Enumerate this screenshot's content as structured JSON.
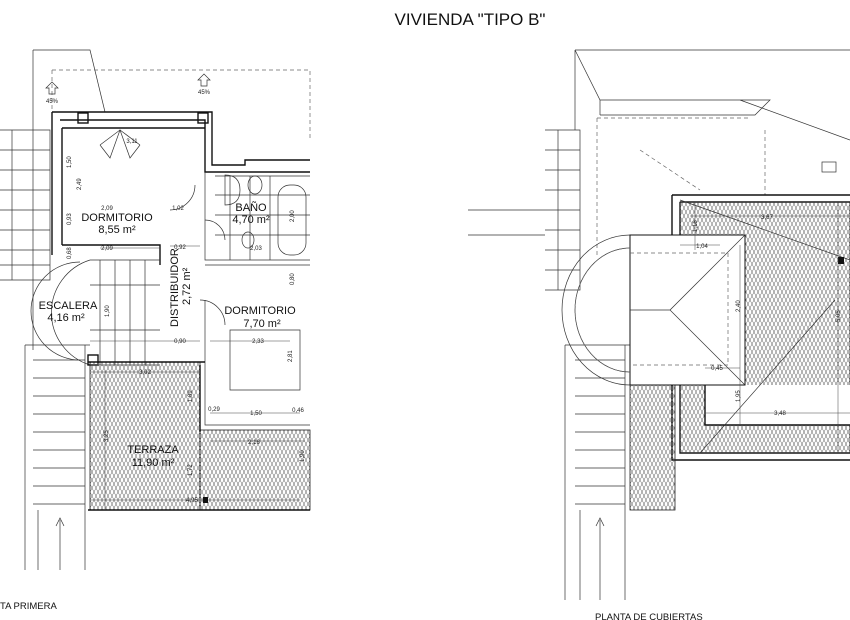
{
  "title": "VIVIENDA \"TIPO B\"",
  "left_plan": {
    "caption": "TA PRIMERA",
    "rooms": [
      {
        "name": "DORMITORIO",
        "area": "8,55 m²"
      },
      {
        "name": "BAÑO",
        "area": "4,70 m²"
      },
      {
        "name": "DISTRIBUIDOR",
        "area": "2,72 m²"
      },
      {
        "name": "ESCALERA",
        "area": "4,16 m²"
      },
      {
        "name": "DORMITORIO",
        "area": "7,70 m²"
      },
      {
        "name": "TERRAZA",
        "area": "11,90 m²"
      }
    ],
    "slopes": [
      "45%",
      "45%"
    ],
    "dimensions": [
      "3,11",
      "1,50",
      "2,49",
      "2,09",
      "1,02",
      "0,93",
      "2,09",
      "0,92",
      "0,68",
      "2,03",
      "2,00",
      "0,80",
      "1,90",
      "0,90",
      "2,33",
      "2,81",
      "3,02",
      "1,89",
      "0,29",
      "1,50",
      "0,46",
      "3,25",
      "2,16",
      "1,90",
      "1,72",
      "4,95"
    ]
  },
  "right_plan": {
    "caption": "PLANTA DE CUBIERTAS",
    "dimensions": [
      "1,16",
      "3,67",
      "1,04",
      "2,40",
      "0,45",
      "1,95",
      "3,48",
      "5,05"
    ]
  },
  "colors": {
    "line": "#111111",
    "background": "#ffffff"
  }
}
